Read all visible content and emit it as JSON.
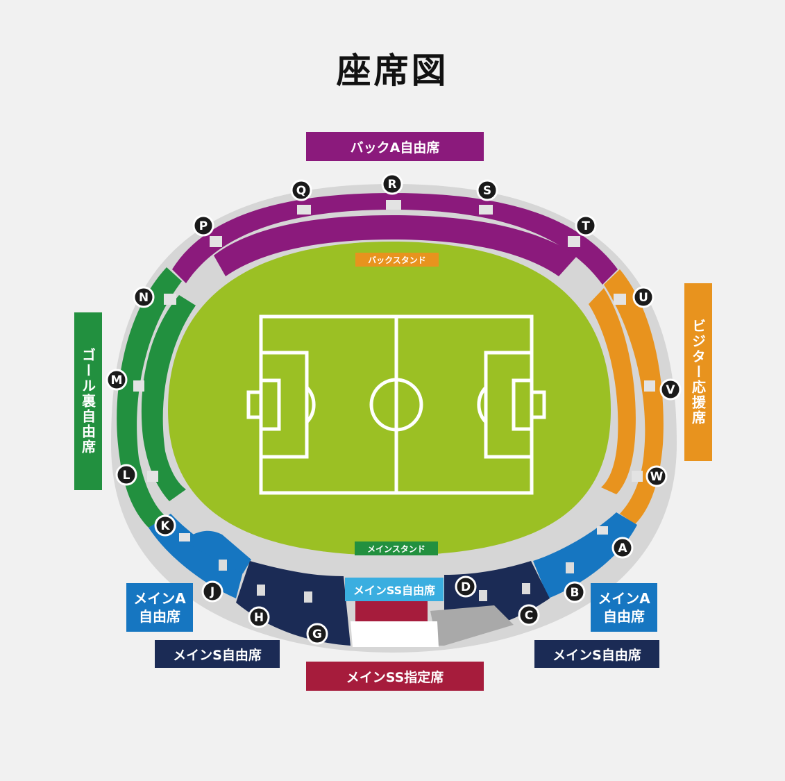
{
  "title": "座席図",
  "colors": {
    "background": "#f1f1f1",
    "bowl_gray": "#d6d6d6",
    "pitch": "#9bc024",
    "back_a": "#8b1a7c",
    "goal_back": "#22903f",
    "visitor": "#e8931e",
    "main_a": "#1676c1",
    "main_s": "#1b2b55",
    "main_ss_free": "#3aaee0",
    "main_ss_reserved": "#a61c3c",
    "gate_circle": "#1a1a1a"
  },
  "stand_labels": {
    "back": "バックスタンド",
    "main": "メインスタンド"
  },
  "section_labels": {
    "back_a": "バックA自由席",
    "goal_back": "ゴール裏自由席",
    "visitor": "ビジター応援席",
    "main_a_left_line1": "メインA",
    "main_a_left_line2": "自由席",
    "main_a_right_line1": "メインA",
    "main_a_right_line2": "自由席",
    "main_s_left": "メインS自由席",
    "main_s_right": "メインS自由席",
    "main_ss_free": "メインSS自由席",
    "main_ss_reserved": "メインSS指定席"
  },
  "gates": [
    "A",
    "B",
    "C",
    "D",
    "G",
    "H",
    "J",
    "K",
    "L",
    "M",
    "N",
    "P",
    "Q",
    "R",
    "S",
    "T",
    "U",
    "V",
    "W"
  ]
}
